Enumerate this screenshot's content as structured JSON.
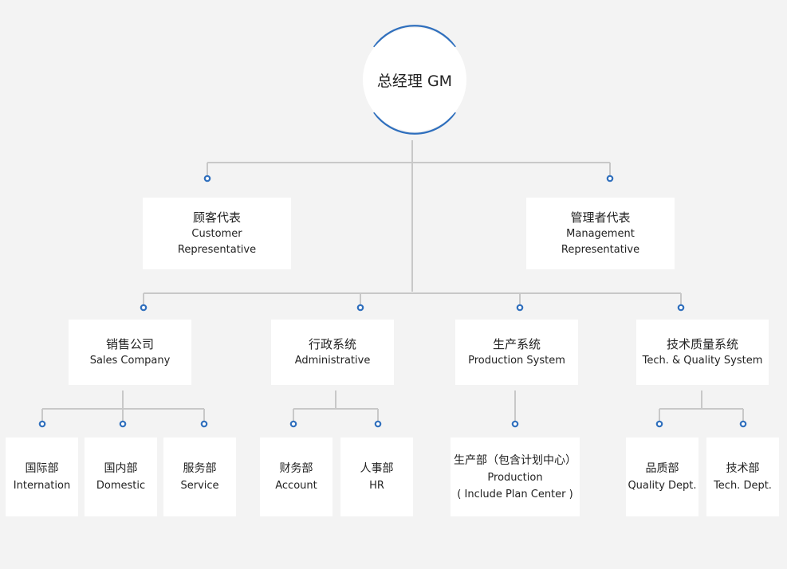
{
  "root": {
    "label": "总经理 GM"
  },
  "representatives": [
    {
      "zh": "顾客代表",
      "en1": "Customer",
      "en2": "Representative"
    },
    {
      "zh": "管理者代表",
      "en1": "Management",
      "en2": "Representative"
    }
  ],
  "systems": [
    {
      "zh": "销售公司",
      "en": "Sales Company"
    },
    {
      "zh": "行政系统",
      "en": "Administrative"
    },
    {
      "zh": "生产系统",
      "en": "Production System"
    },
    {
      "zh": "技术质量系统",
      "en": "Tech. & Quality System"
    }
  ],
  "departments": [
    {
      "zh": "国际部",
      "en": "Internation"
    },
    {
      "zh": "国内部",
      "en": "Domestic"
    },
    {
      "zh": "服务部",
      "en": "Service"
    },
    {
      "zh": "财务部",
      "en": "Account"
    },
    {
      "zh": "人事部",
      "en": "HR"
    },
    {
      "zh": "生产部（包含计划中心）",
      "en": "Production",
      "en2": "( Include Plan Center )"
    },
    {
      "zh": "品质部",
      "en": "Quality Dept."
    },
    {
      "zh": "技术部",
      "en": "Tech. Dept."
    }
  ],
  "colors": {
    "background": "#f3f3f3",
    "connector": "#c8c8c8",
    "accent": "#2f6fbd",
    "box": "#ffffff"
  }
}
